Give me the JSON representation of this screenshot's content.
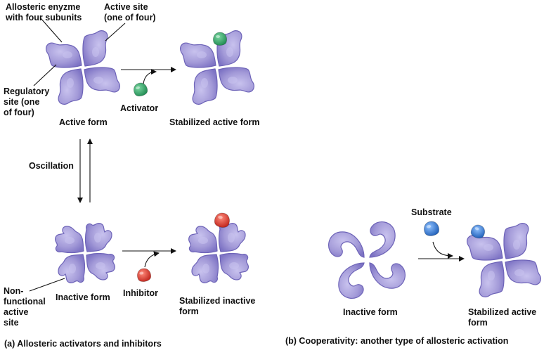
{
  "colors": {
    "enzyme_fill": "#a39ad8",
    "enzyme_dark": "#6e64b8",
    "enzyme_light": "#c8c2ee",
    "activator": "#2fa86a",
    "inhibitor": "#e0362c",
    "substrate": "#2f7ad6",
    "arrow": "#111111"
  },
  "panel_a": {
    "callouts": {
      "allosteric_enzyme": [
        "Allosteric enyzme",
        "with four subunits"
      ],
      "active_site": [
        "Active site",
        "(one of four)"
      ],
      "regulatory_site": [
        "Regulatory",
        "site (one",
        "of four)"
      ],
      "nonfunctional_site": [
        "Non-",
        "functional",
        "active",
        "site"
      ]
    },
    "active_form_label": "Active form",
    "stabilized_active_label": "Stabilized active form",
    "activator_label": "Activator",
    "oscillation_label": "Oscillation",
    "inactive_form_label": "Inactive form",
    "inhibitor_label": "Inhibitor",
    "stabilized_inactive_label": [
      "Stabilized inactive",
      "form"
    ],
    "caption": "(a) Allosteric activators and inhibitors"
  },
  "panel_b": {
    "substrate_label": "Substrate",
    "inactive_form_label": "Inactive form",
    "stabilized_active_label": [
      "Stabilized active",
      "form"
    ],
    "caption": "(b) Cooperativity: another type of allosteric activation"
  },
  "icons": [
    "allosteric-enzyme-icon",
    "activator-molecule-icon",
    "inhibitor-molecule-icon",
    "substrate-molecule-icon"
  ]
}
